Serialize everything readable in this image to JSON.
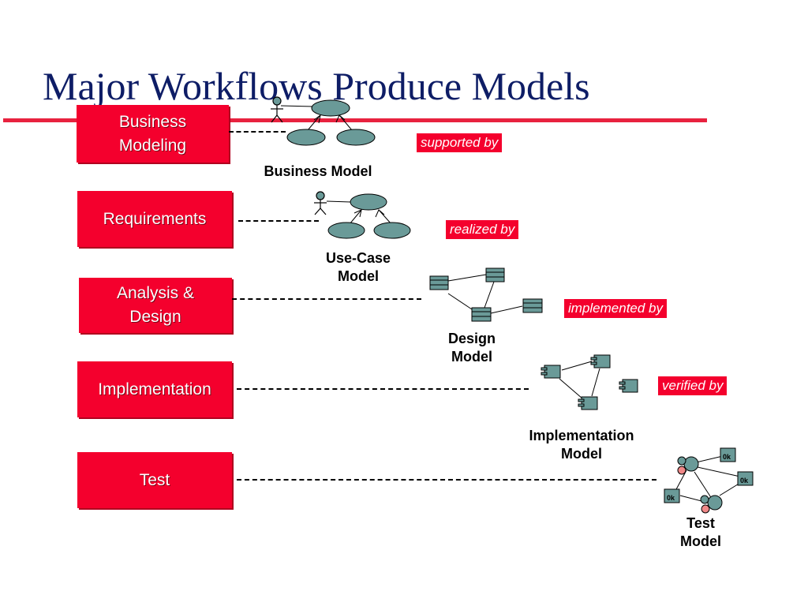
{
  "title": "Major Workflows Produce Models",
  "workflows": [
    {
      "line1": "Business",
      "line2": "Modeling"
    },
    {
      "line1": "Requirements",
      "line2": ""
    },
    {
      "line1": "Analysis &",
      "line2": "Design"
    },
    {
      "line1": "Implementation",
      "line2": ""
    },
    {
      "line1": "Test",
      "line2": ""
    }
  ],
  "models": [
    {
      "line1": "Business Model",
      "line2": ""
    },
    {
      "line1": "Use-Case",
      "line2": "Model"
    },
    {
      "line1": "Design",
      "line2": "Model"
    },
    {
      "line1": "Implementation",
      "line2": "Model"
    },
    {
      "line1": "Test",
      "line2": "Model"
    }
  ],
  "relations": [
    "supported by",
    "realized by",
    "implemented by",
    "verified by"
  ],
  "colors": {
    "title": "#0e1d66",
    "accent": "#f4002d",
    "rule": "#e8223f",
    "node": "#6a9a98"
  },
  "icons": [
    "actor-icon",
    "use-case-icon",
    "class-icon",
    "component-icon",
    "test-case-icon"
  ]
}
